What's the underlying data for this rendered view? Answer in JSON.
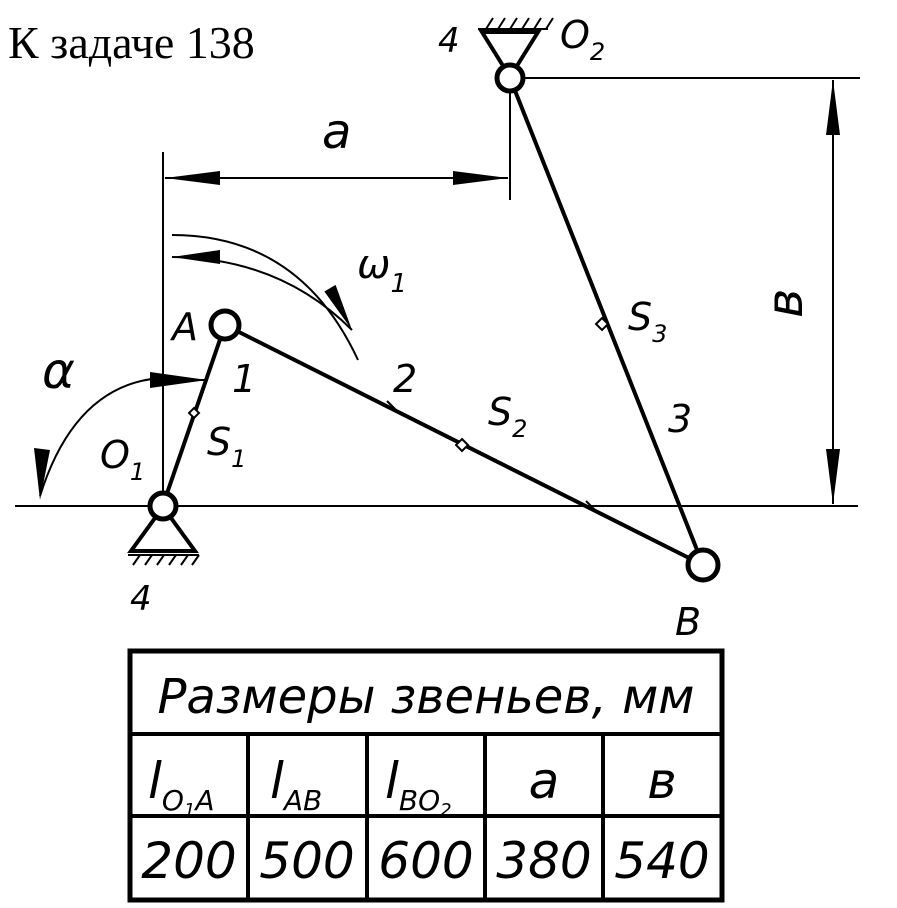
{
  "title": "К задаче 138",
  "labels": {
    "a": "a",
    "b": "в",
    "omega_sym": "ω",
    "omega_sub": "1",
    "alpha": "α",
    "A": "A",
    "B": "B",
    "O": "O",
    "O1_sub": "1",
    "O2_sub": "2",
    "S": "S",
    "S1_sub": "1",
    "S2_sub": "2",
    "S3_sub": "3",
    "link1": "1",
    "link2": "2",
    "link3": "3",
    "ground_top": "4",
    "ground_bottom": "4"
  },
  "table": {
    "title": "Размеры звеньев, мм",
    "headers": [
      {
        "main": "l",
        "sub": "O",
        "sub2": "1",
        "sub3": "A"
      },
      {
        "main": "l",
        "sub": "AB"
      },
      {
        "main": "l",
        "sub": "BO",
        "sub2": "2"
      },
      {
        "main": "a"
      },
      {
        "main": "в"
      }
    ],
    "values": [
      "200",
      "500",
      "600",
      "380",
      "540"
    ]
  }
}
